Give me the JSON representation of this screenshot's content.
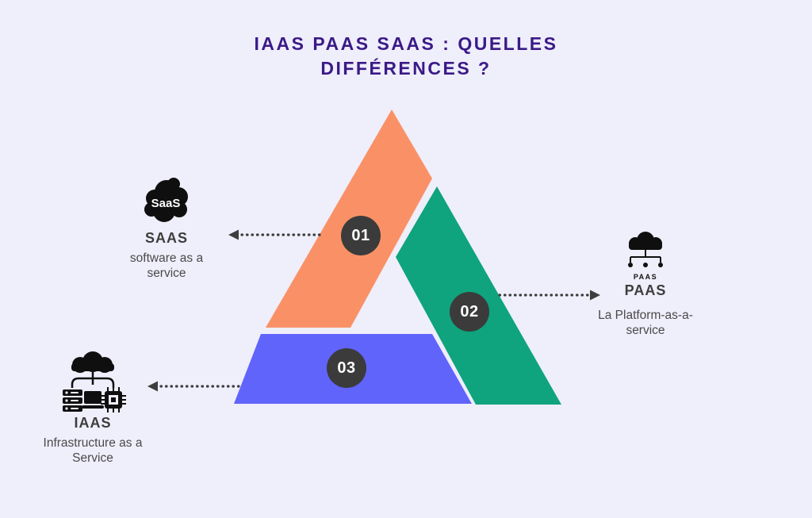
{
  "title": {
    "line1": "IAAS PAAS SAAS : QUELLES",
    "line2": "DIFFÉRENCES ?"
  },
  "pyramid": {
    "segments": [
      {
        "badge": "01",
        "color": "#FA9166",
        "links_to": "SAAS"
      },
      {
        "badge": "02",
        "color": "#0FA47D",
        "links_to": "PAAS"
      },
      {
        "badge": "03",
        "color": "#6164FB",
        "links_to": "IAAS"
      }
    ]
  },
  "callouts": {
    "saas": {
      "icon": "saas-cloud-icon",
      "icon_text": "SaaS",
      "heading": "SAAS",
      "line1": "software as a",
      "line2": "service"
    },
    "paas": {
      "icon": "paas-cloud-network-icon",
      "icon_caption": "PAAS",
      "heading": "PAAS",
      "line1": "La Platform-as-a-",
      "line2": "service"
    },
    "iaas": {
      "icon": "iaas-cloud-infrastructure-icon",
      "heading": "IAAS",
      "line1": "Infrastructure as a",
      "line2": "Service"
    }
  },
  "colors": {
    "background": "#EFEEFB",
    "title": "#3A1A87",
    "saas_segment": "#FA9166",
    "paas_segment": "#0FA47D",
    "iaas_segment": "#6164FB",
    "badge": "#3B3B3B",
    "badge_text": "#FFFFFF",
    "heading_text": "#3D3D3D",
    "body_text": "#4A4A4A",
    "arrow": "#3D3D3D",
    "icon": "#0F0F0F"
  }
}
